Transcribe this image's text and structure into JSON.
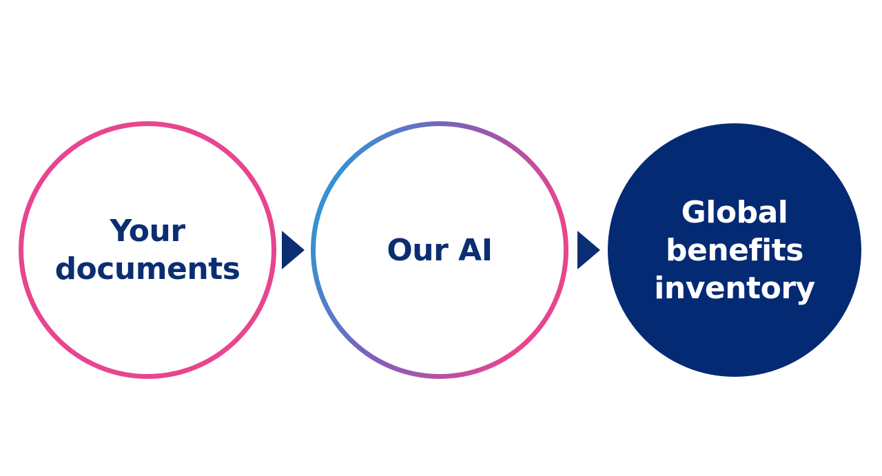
{
  "steps": [
    {
      "lines": [
        "Your",
        "documents"
      ],
      "style": "outline",
      "ring_color": "#e8458f"
    },
    {
      "lines": [
        "Our AI"
      ],
      "style": "gradient-outline",
      "ring_gradient": [
        "#1aa3dc",
        "#7f5fb8",
        "#e8458f"
      ]
    },
    {
      "lines": [
        "Global",
        "benefits",
        "inventory"
      ],
      "style": "filled",
      "fill_color": "#052a74"
    }
  ],
  "colors": {
    "text_dark": "#0b2d72",
    "text_light": "#ffffff",
    "arrow": "#0b2d72"
  }
}
